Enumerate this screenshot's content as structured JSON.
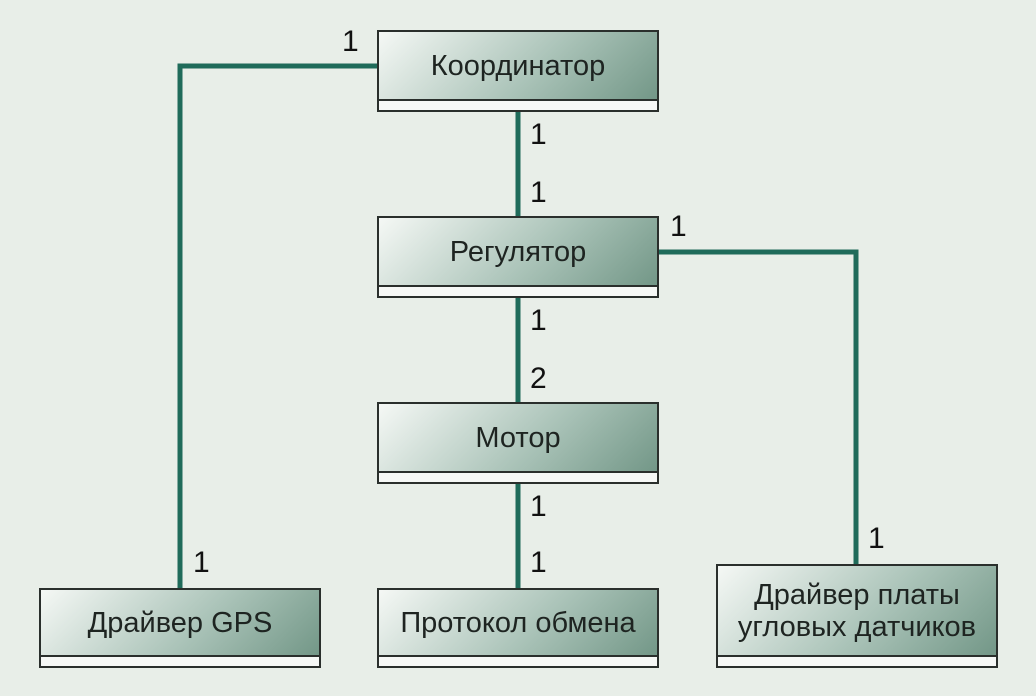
{
  "colors": {
    "background": "#e8eee8",
    "connector": "#1f6b5a",
    "border": "#2a2f2c",
    "box_gradient_light": "#f5f8f5",
    "box_gradient_dark": "#6f9484"
  },
  "nodes": {
    "coordinator": "Координатор",
    "regulator": "Регулятор",
    "motor": "Мотор",
    "gps_driver": "Драйвер GPS",
    "exchange_protocol": "Протокол обмена",
    "sensor_board_driver": "Драйвер платы\nугловых датчиков"
  },
  "multiplicities": {
    "coordinator_gps_at_coordinator": "1",
    "coordinator_gps_at_gps": "1",
    "coordinator_regulator_at_coordinator": "1",
    "coordinator_regulator_at_regulator": "1",
    "regulator_sensor_at_regulator": "1",
    "regulator_sensor_at_sensor": "1",
    "regulator_motor_at_regulator": "1",
    "regulator_motor_at_motor": "2",
    "motor_protocol_at_motor": "1",
    "motor_protocol_at_protocol": "1"
  }
}
